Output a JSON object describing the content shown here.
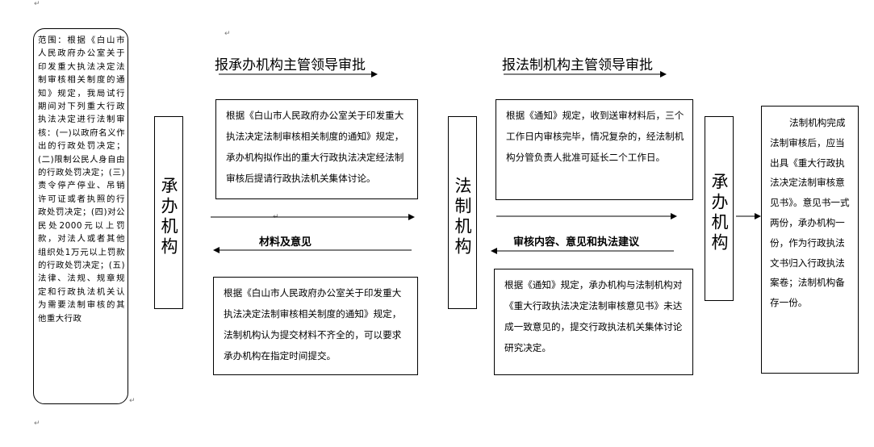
{
  "scope": {
    "text": "范围：根据《白山市人民政府办公室关于印发重大执法决定法制审核相关制度的通知》规定，我局试行期间对下列重大行政执法决定进行法制审核：(一)以政府名义作出的行政处罚决定；(二)限制公民人身自由的行政处罚决定；(三)责令停产停业、吊销许可证或者执照的行政处罚决定；(四)对公民处2000元以上罚款，对法人或者其他组织处1万元以上罚款的行政处罚决定；(五)法律、法规、规章规定和行政执法机关认为需要法制审核的其他重大行政"
  },
  "nodes": {
    "chengban_left": "承办机构",
    "fazhi": "法制机构",
    "chengban_right": "承办机构"
  },
  "flow_titles": {
    "left": "报承办机构主管领导审批",
    "right": "报法制机构主管领导审批"
  },
  "boxes": {
    "submit": "根据《白山市人民政府办公室关于印发重大执法决定法制审核相关制度的通知》规定，承办机构拟作出的重大行政执法决定经法制审核后提请行政执法机关集体讨论。",
    "supplement": "根据《白山市人民政府办公室关于印发重大执法决定法制审核相关制度的通知》规定，法制机构认为提交材料不齐全的，可以要求承办机构在指定时间提交。",
    "review_time": "根据《通知》规定，收到送审材料后，三个工作日内审核完毕，情况复杂的，经法制机构分管负责人批准可延长二个工作日。",
    "disagree": "根据《通知》规定，承办机构与法制机构对《重大行政执法决定法制审核意见书》未达成一致意见的，提交行政执法机关集体讨论研究决定。"
  },
  "edge_labels": {
    "materials": "材料及意见",
    "review_content": "审核内容、意见和执法建议"
  },
  "result": {
    "text": "法制机构完成法制审核后，应当出具《重大行政执法决定法制审核意见书》。意见书一式两份，承办机构一份，作为行政执法文书归入行政执法案卷；法制机构备存一份。"
  }
}
